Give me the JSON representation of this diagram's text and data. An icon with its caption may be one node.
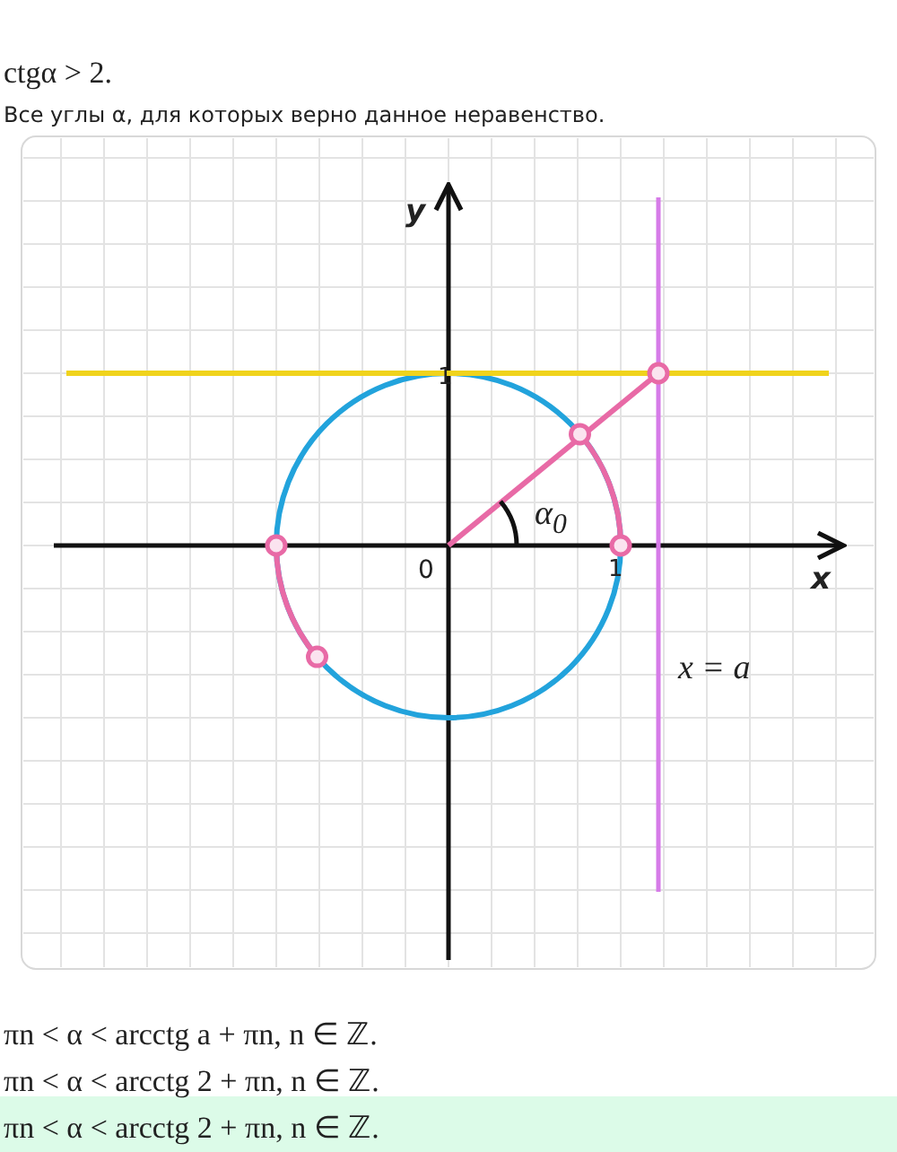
{
  "diagram": {
    "labels": [
      "ctgα > 2.",
      "Все углы α, для которых верно данное неравенство.",
      "y",
      "1",
      "α$_{0}$",
      "0",
      "1",
      "x",
      "x = a",
      "πn < α < arcctg a + πn, n ∈ ℤ.",
      "πn < α < arcctg 2 + πn, n ∈ ℤ.",
      "πn < α < arcctg 2 + πn, n ∈ ℤ."
    ]
  }
}
